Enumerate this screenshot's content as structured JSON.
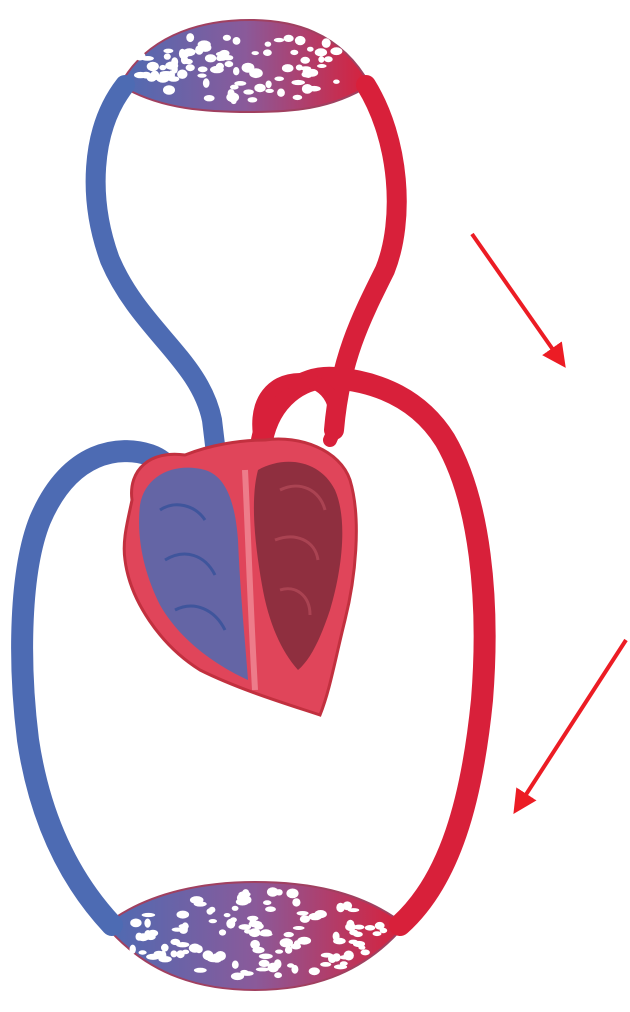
{
  "colors": {
    "oxygen_poor": "#4d6bb3",
    "oxygen_rich": "#d8203a",
    "heart_wall": "#e0455a",
    "heart_chamber_dark": "#8f2f3f",
    "arrow": "#ec1c24",
    "background": "#ffffff"
  },
  "parts": [
    "pulmonary-capillary-bed",
    "systemic-capillary-bed",
    "heart",
    "vena-cava",
    "pulmonary-artery",
    "pulmonary-vein",
    "aorta"
  ],
  "arrows": [
    "arrow-upper",
    "arrow-lower"
  ]
}
